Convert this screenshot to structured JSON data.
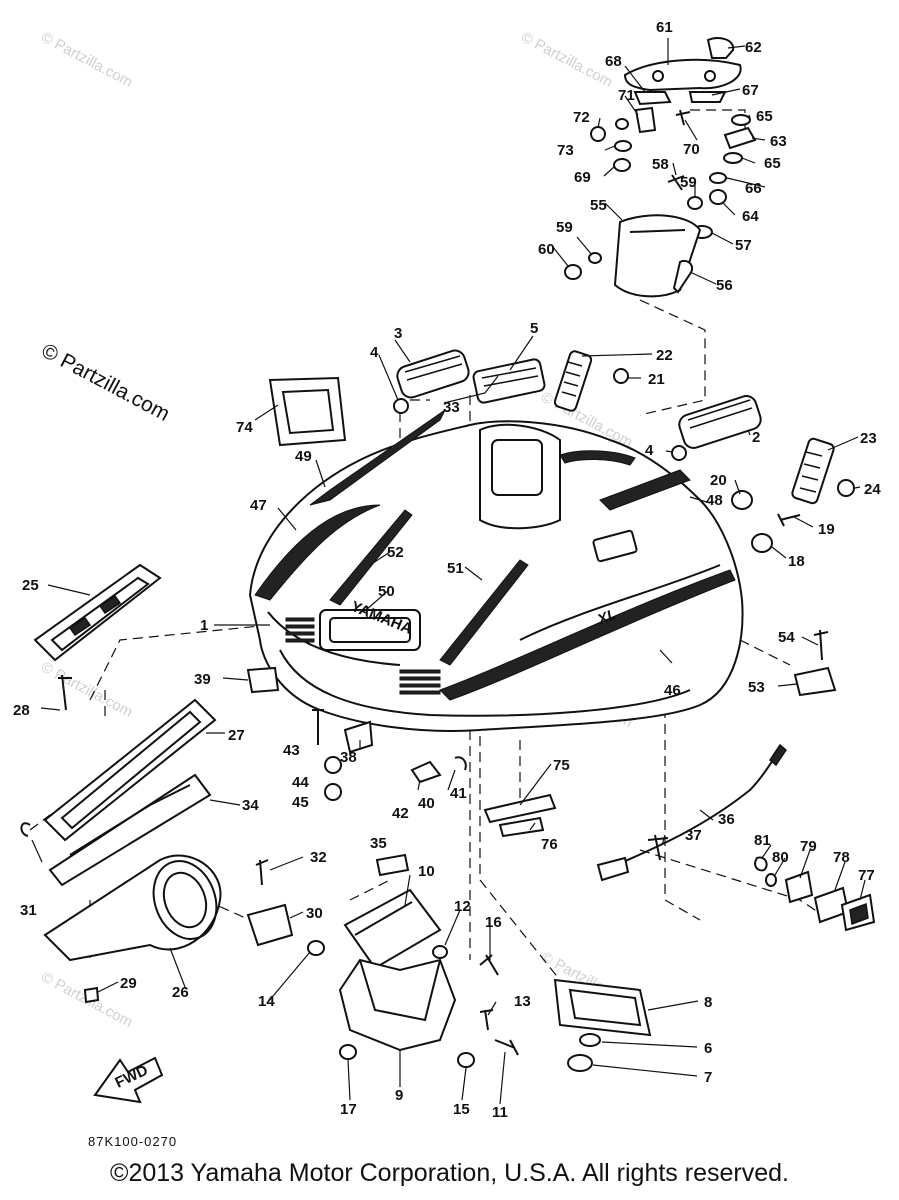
{
  "watermark_text": "© Partzilla.com",
  "watermark_large": "© Partzilla.com",
  "diagram_code": "87K100-0270",
  "copyright": "©2013 Yamaha Motor Corporation, U.S.A. All rights reserved.",
  "fwd_label": "FWD",
  "hood_lettering": "YAMAHA",
  "callouts": [
    "1",
    "2",
    "3",
    "4",
    "4",
    "5",
    "6",
    "7",
    "8",
    "9",
    "10",
    "11",
    "12",
    "13",
    "14",
    "15",
    "16",
    "17",
    "18",
    "19",
    "20",
    "21",
    "22",
    "23",
    "24",
    "25",
    "26",
    "27",
    "28",
    "29",
    "30",
    "31",
    "32",
    "33",
    "34",
    "35",
    "36",
    "37",
    "38",
    "39",
    "40",
    "41",
    "42",
    "43",
    "44",
    "45",
    "46",
    "47",
    "48",
    "49",
    "50",
    "51",
    "52",
    "53",
    "54",
    "55",
    "56",
    "57",
    "58",
    "59",
    "59",
    "60",
    "61",
    "62",
    "63",
    "64",
    "65",
    "65",
    "66",
    "67",
    "68",
    "69",
    "70",
    "71",
    "72",
    "73",
    "74",
    "75",
    "76",
    "77",
    "78",
    "79",
    "80",
    "81"
  ]
}
